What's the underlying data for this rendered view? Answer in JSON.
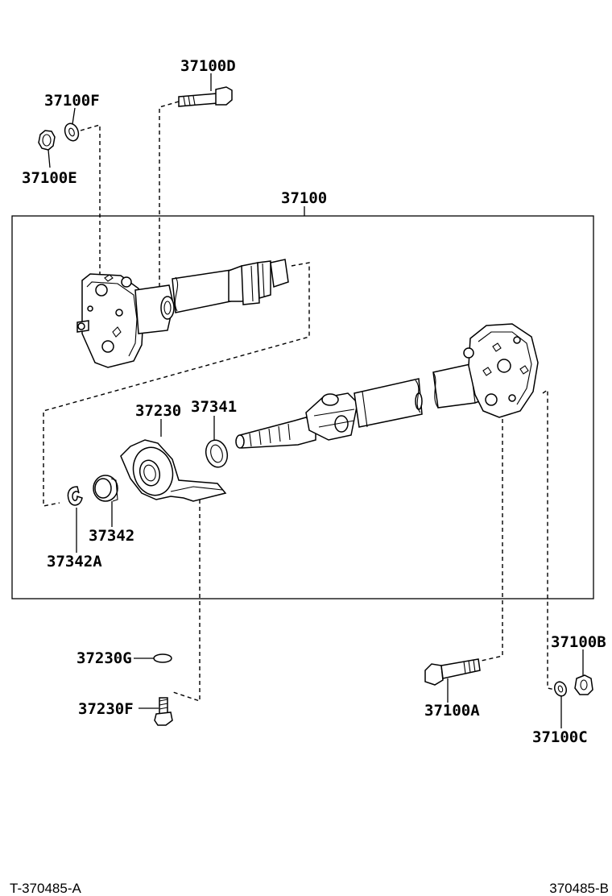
{
  "diagram": {
    "parts": {
      "p37100": "37100",
      "p37100A": "37100A",
      "p37100B": "37100B",
      "p37100C": "37100C",
      "p37100D": "37100D",
      "p37100E": "37100E",
      "p37100F": "37100F",
      "p37230": "37230",
      "p37230F": "37230F",
      "p37230G": "37230G",
      "p37341": "37341",
      "p37342": "37342",
      "p37342A": "37342A"
    },
    "footer": {
      "left_code": "T-370485-A",
      "right_code": "370485-B"
    }
  },
  "colors": {
    "line": "#000000",
    "background": "#ffffff"
  }
}
